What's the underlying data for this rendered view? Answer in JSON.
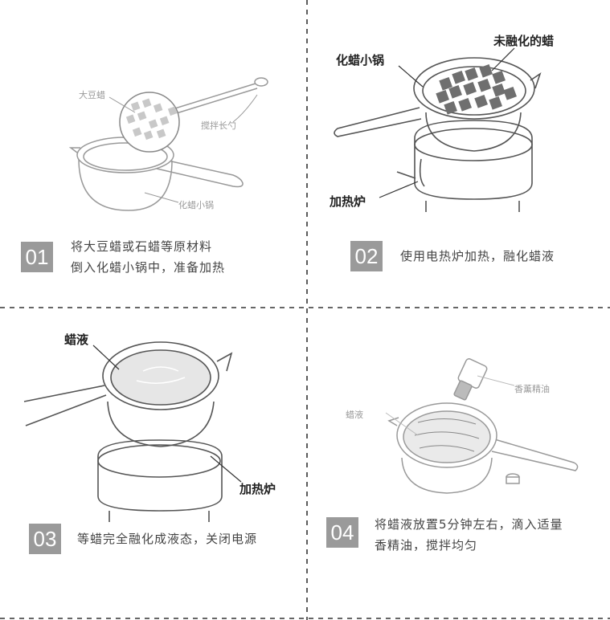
{
  "steps": [
    {
      "number": "01",
      "line1": "将大豆蜡或石蜡等原材料",
      "line2": "倒入化蜡小锅中，准备加热",
      "labels": {
        "wax": "大豆蜡",
        "spoon": "搅拌长勺",
        "pot": "化蜡小锅"
      }
    },
    {
      "number": "02",
      "line1": "使用电热炉加热，融化蜡液",
      "labels": {
        "unmelted": "未融化的蜡",
        "pot": "化蜡小锅",
        "stove": "加热炉"
      }
    },
    {
      "number": "03",
      "line1": "等蜡完全融化成液态，关闭电源",
      "labels": {
        "liquid": "蜡液",
        "stove": "加热炉"
      }
    },
    {
      "number": "04",
      "line1": "将蜡液放置5分钟左右，滴入适量",
      "line2": "香精油，搅拌均匀",
      "labels": {
        "oil": "香薰精油",
        "liquid": "蜡液"
      }
    }
  ]
}
